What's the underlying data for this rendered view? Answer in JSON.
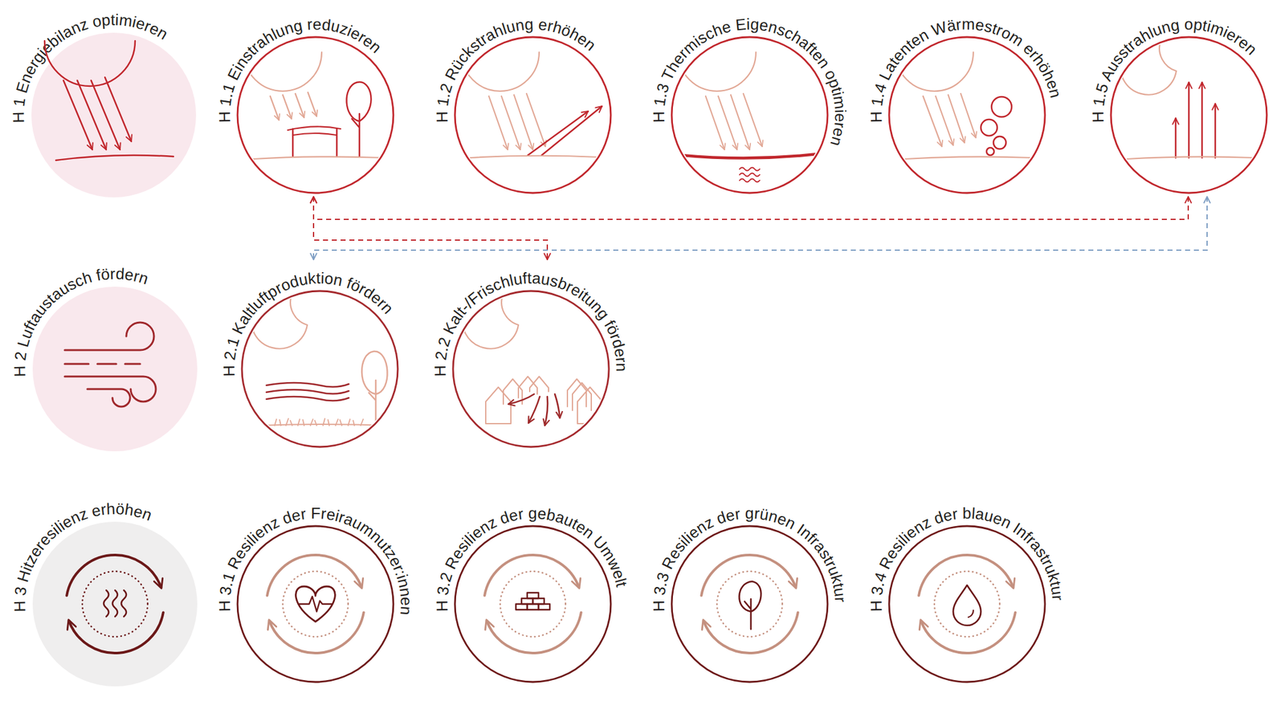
{
  "diagram": {
    "nodes": [
      {
        "text": [
          "H 1 Energiebilanz optimieren"
        ]
      },
      {
        "text": [
          "H 1.1 Einstrahlung reduzieren"
        ]
      },
      {
        "text": [
          "H 1.2 Rückstrahlung erhöhen"
        ]
      },
      {
        "text": [
          "H 1.3 Thermische Eigenschaften optimieren"
        ]
      },
      {
        "text": [
          "H 1.4 Latenten Wärmestrom erhöhen"
        ]
      },
      {
        "text": [
          "H 1.5 Ausstrahlung optimieren"
        ]
      },
      {
        "text": [
          "H 2 Luftaustausch fördern"
        ]
      },
      {
        "text": [
          "H 2.1 Kaltluftproduktion fördern"
        ]
      },
      {
        "text": [
          "H 2.2 Kalt-/Frischluftausbreitung fördern"
        ]
      },
      {
        "text": [
          "H 3 Hitzeresilienz erhöhen"
        ]
      },
      {
        "text": [
          "H 3.1 Resilienz der Freiraumnutzer:innen"
        ]
      },
      {
        "text": [
          "H 3.2 Resilienz der gebauten Umwelt"
        ]
      },
      {
        "text": [
          "H 3.3 Resilienz der grünen Infrastruktur"
        ]
      },
      {
        "text": [
          "H 3.4 Resilienz der blauen Infrastruktur"
        ]
      }
    ],
    "edges": [
      {
        "from": 1,
        "to": 5,
        "arrow": "both"
      },
      {
        "from": 1,
        "to": 8,
        "arrow": "both"
      },
      {
        "from": 5,
        "to": 7,
        "arrow": "both"
      }
    ]
  }
}
